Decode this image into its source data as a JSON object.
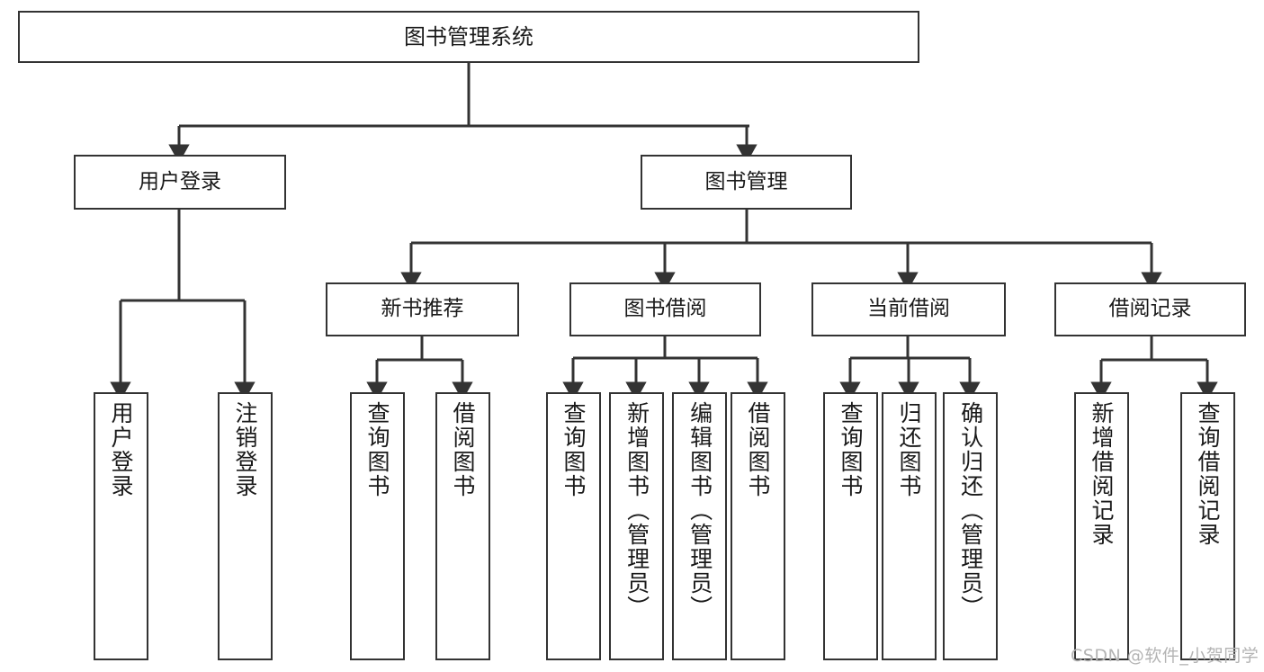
{
  "diagram": {
    "title_text": "图书管理系统",
    "watermark": "CSDN @软件_小贺同学",
    "colors": {
      "box_border": "#333333",
      "box_fill": "#ffffff",
      "edge": "#333333",
      "text": "#1a1a1a",
      "watermark": "#b4b4b4",
      "background": "#ffffff"
    },
    "root": {
      "label": "图书管理系统"
    },
    "level2": [
      {
        "label": "用户登录"
      },
      {
        "label": "图书管理"
      }
    ],
    "level3": [
      {
        "label": "新书推荐"
      },
      {
        "label": "图书借阅"
      },
      {
        "label": "当前借阅"
      },
      {
        "label": "借阅记录"
      }
    ],
    "leaves": {
      "user_login": [
        {
          "label": "用户登录"
        },
        {
          "label": "注销登录"
        }
      ],
      "new_book_recommend": [
        {
          "label": "查询图书"
        },
        {
          "label": "借阅图书"
        }
      ],
      "book_borrow": [
        {
          "label": "查询图书"
        },
        {
          "label": "新增图书（管理员）"
        },
        {
          "label": "编辑图书（管理员）"
        },
        {
          "label": "借阅图书"
        }
      ],
      "current_borrow": [
        {
          "label": "查询图书"
        },
        {
          "label": "归还图书"
        },
        {
          "label": "确认归还（管理员）"
        }
      ],
      "borrow_record": [
        {
          "label": "新增借阅记录"
        },
        {
          "label": "查询借阅记录"
        }
      ]
    }
  }
}
